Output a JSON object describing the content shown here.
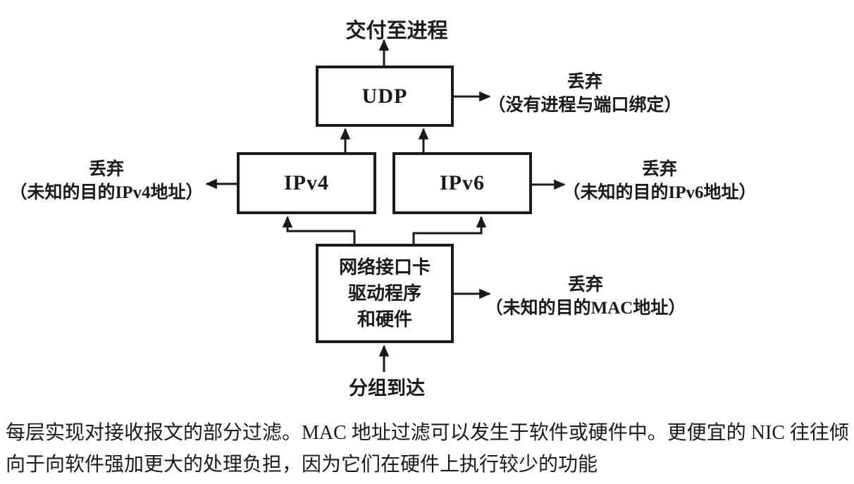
{
  "figure": {
    "boxes": {
      "udp": {
        "label": "UDP"
      },
      "ipv4": {
        "label": "IPv4"
      },
      "ipv6": {
        "label": "IPv6"
      },
      "nic": {
        "line1": "网络接口卡",
        "line2": "驱动程序",
        "line3": "和硬件"
      }
    },
    "annotations": {
      "deliver_to_process": "交付至进程",
      "packet_arrival": "分组到达",
      "discard": "丢弃",
      "udp_discard_reason": "（没有进程与端口绑定）",
      "ipv4_discard_reason": "（未知的目的IPv4地址）",
      "ipv6_discard_reason": "（未知的目的IPv6地址）",
      "mac_discard_reason": "（未知的目的MAC地址）"
    }
  },
  "caption": {
    "text": "每层实现对接收报文的部分过滤。MAC 地址过滤可以发生于软件或硬件中。更便宜的 NIC 往往倾向于向软件强加更大的处理负担，因为它们在硬件上执行较少的功能"
  },
  "colors": {
    "ink": "#1a1a1a",
    "background": "#ffffff"
  }
}
